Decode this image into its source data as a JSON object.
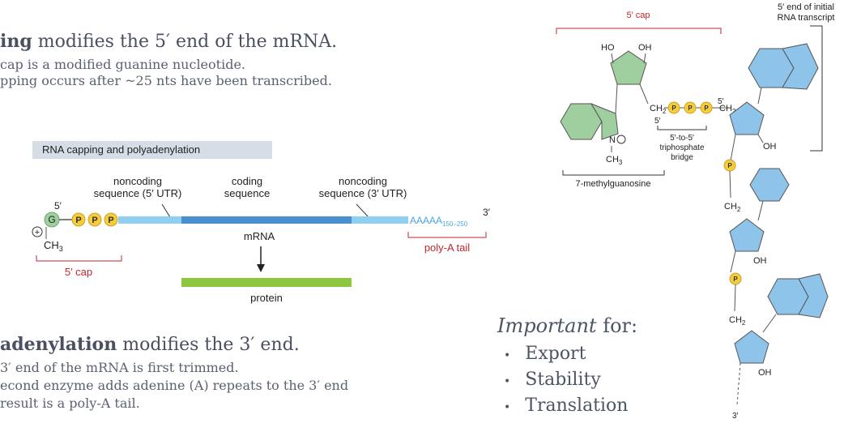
{
  "left": {
    "capping_bold": "ing",
    "capping_rest": " modifies the 5′ end of the mRNA.",
    "cap_line1": "cap is a modified guanine nucleotide.",
    "cap_line2": "pping occurs after ~25 nts have been transcribed.",
    "polya_bold": "adenylation",
    "polya_rest": " modifies the 3′ end.",
    "polya_line1": "3′ end of the mRNA is first trimmed.",
    "polya_line2": "econd enzyme adds adenine (A) repeats to the 3′ end",
    "polya_line3": "result is a poly-A tail."
  },
  "figure": {
    "title": "RNA capping and polyadenylation",
    "noncoding5_l1": "noncoding",
    "noncoding5_l2": "sequence (5′ UTR)",
    "coding_l1": "coding",
    "coding_l2": "sequence",
    "noncoding3_l1": "noncoding",
    "noncoding3_l2": "sequence (3′ UTR)",
    "five_prime": "5′",
    "three_prime": "3′",
    "g": "G",
    "p": "P",
    "plus": "+",
    "ch3": "CH",
    "three_sub": "3",
    "poly_a_seq": "AAAAA",
    "poly_a_range": "150–250",
    "mrna": "mRNA",
    "protein": "protein",
    "cap_label": "5′ cap",
    "polya_label": "poly-A tail"
  },
  "structure": {
    "cap_label": "5′ cap",
    "initial_l1": "5′ end of initial",
    "initial_l2": "RNA transcript",
    "ho": "HO",
    "oh": "OH",
    "ch2": "CH",
    "two_sub": "2",
    "five_prime": "5′",
    "bridge_l1": "5′-to-5′",
    "bridge_l2": "triphosphate",
    "bridge_l3": "bridge",
    "n_plus": "N",
    "methyl": "CH",
    "methyl_sub": "3",
    "methylguanosine": "7-methylguanosine",
    "p": "P",
    "three_prime": "3′"
  },
  "important": {
    "heading_italic": "Important",
    "heading_rest": " for:",
    "bullet": "•",
    "items": [
      "Export",
      "Stability",
      "Translation"
    ]
  },
  "colors": {
    "green": "#9fcf9f",
    "yellow": "#f4cd3c",
    "light_blue": "#8fd0f0",
    "mid_blue": "#4a90d0",
    "protein_green": "#8dc63f",
    "red": "#c0272d",
    "ring_blue": "#8ec3ea"
  }
}
